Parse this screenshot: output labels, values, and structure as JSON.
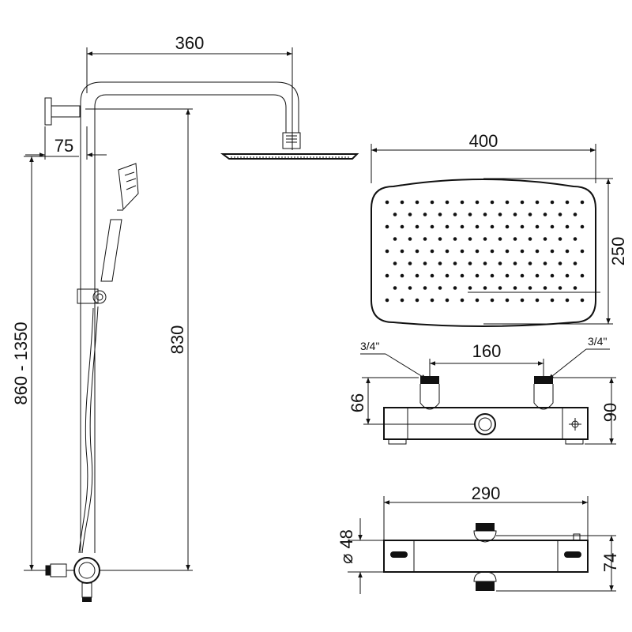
{
  "dimensions": {
    "arm_length": "360",
    "wall_offset": "75",
    "height_range": "860 - 1350",
    "bar_height": "830",
    "head_width": "400",
    "head_depth": "250",
    "inlet_spacing": "160",
    "inlet_thread_left": "3/4\"",
    "inlet_thread_right": "3/4\"",
    "inlet_height": "66",
    "valve_height": "90",
    "valve_length": "290",
    "valve_diameter": "⌀ 48",
    "valve_depth": "74"
  }
}
